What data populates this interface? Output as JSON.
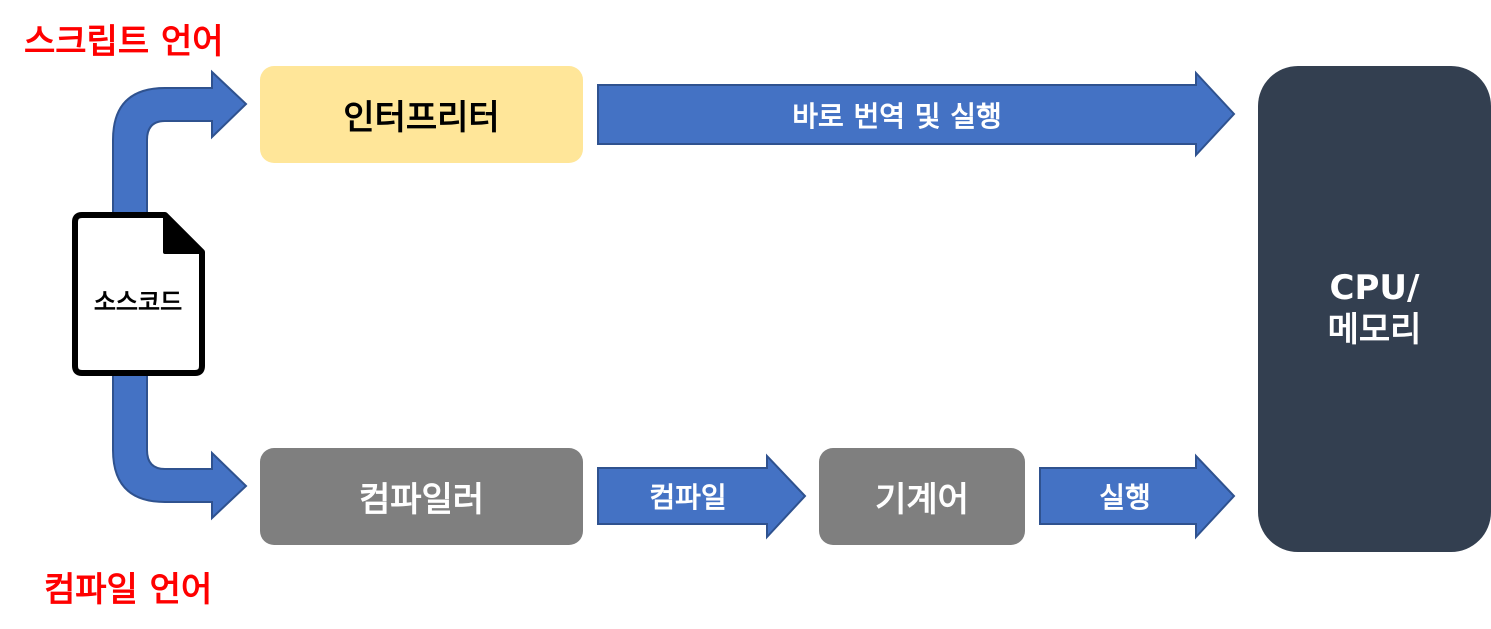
{
  "labels": {
    "script_language": "스크립트 언어",
    "compiled_language": "컴파일 언어"
  },
  "source": {
    "label": "소스코드"
  },
  "interpreter": {
    "label": "인터프리터"
  },
  "compiler": {
    "label": "컴파일러"
  },
  "machine_code": {
    "label": "기계어"
  },
  "cpu": {
    "line1": "CPU/",
    "line2": "메모리"
  },
  "arrows": {
    "direct_execute": "바로 번역 및 실행",
    "compile": "컴파일",
    "execute": "실행"
  },
  "colors": {
    "arrow_fill": "#4472c4",
    "arrow_stroke": "#2f528f",
    "interpreter_fill": "#ffe699",
    "compiler_fill": "#7f7f7f",
    "cpu_fill": "#333f50",
    "label_red": "#ff0000"
  }
}
